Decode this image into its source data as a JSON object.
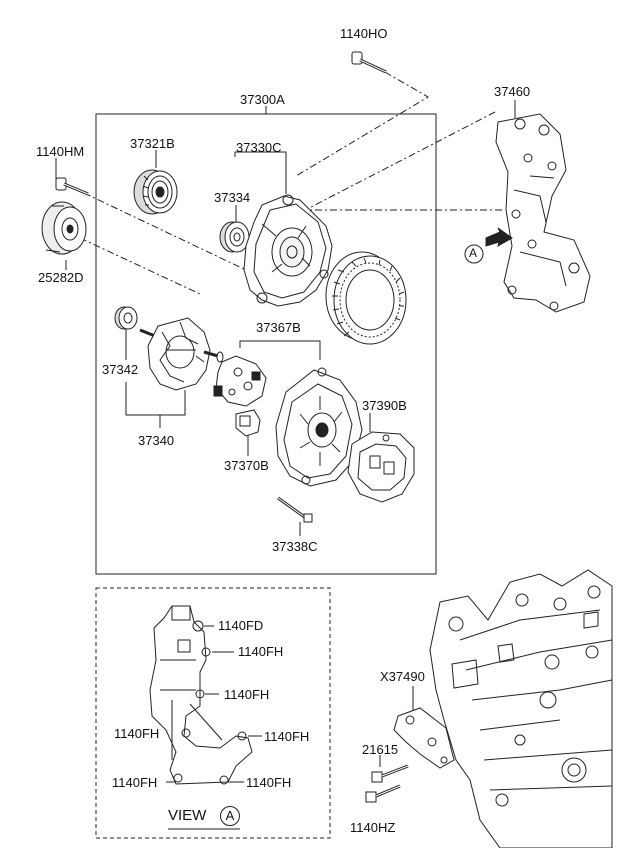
{
  "diagram": {
    "callouts": {
      "bolt_top": "1140HO",
      "assembly": "37300A",
      "bracket": "37460",
      "bolt_left": "1140HM",
      "pulley_small": "37321B",
      "stator_group": "37330C",
      "bearing_front": "37334",
      "tensioner": "25282D",
      "circle_a": "A",
      "rectifier_group": "37367B",
      "bearing_rear": "37342",
      "rear_cover": "37390B",
      "rotor": "37340",
      "regulator": "37370B",
      "through_bolt": "37338C",
      "engine_bracket": "X37490",
      "stud": "21615",
      "bolt_bottom": "1140HZ"
    },
    "view_a": {
      "title": "VIEW",
      "circle": "A",
      "bolts": [
        "1140FD",
        "1140FH",
        "1140FH",
        "1140FH",
        "1140FH",
        "1140FH",
        "1140FH"
      ]
    }
  }
}
